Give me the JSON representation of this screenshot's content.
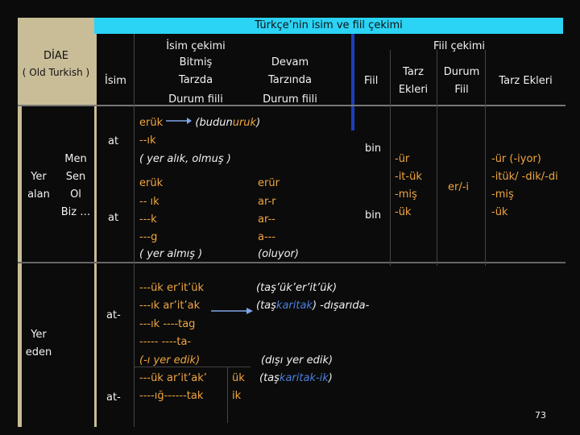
{
  "title": "Türkçe’nin isim ve fiil çekimi",
  "left_header": {
    "name": "DİAE",
    "subtitle": "( Old Turkish )"
  },
  "isim_col": "İsim",
  "isim_cekimi": {
    "title": "İsim çekimi",
    "bitmis": [
      "Bitmiş",
      "Tarzda"
    ],
    "devam": [
      "Devam",
      "Tarzında"
    ],
    "durum1": "Durum fiili",
    "durum2": "Durum fiili"
  },
  "fiil_cekimi": {
    "title": "Fiil çekimi",
    "fiil": "Fiil",
    "tarz_ekleri": [
      "Tarz",
      "Ekleri"
    ],
    "durum_fiil": [
      "Durum",
      "Fiil"
    ],
    "tarz_ekleri2": "Tarz Ekleri"
  },
  "yer_alan": [
    "Yer",
    "alan"
  ],
  "pronouns": [
    "Men",
    "Sen",
    "Ol",
    "Biz …"
  ],
  "yer_eden": [
    "Yer",
    "eden"
  ],
  "at1": "at",
  "at2": "at",
  "at3": "at-",
  "at4": "at-",
  "row1": {
    "l1a": "erük",
    "l1b": "(budun",
    "l1c": "uruk",
    "l1d": ")",
    "l2": "--ık",
    "l3": "( yer alık, olmuş )"
  },
  "bin1": "bin",
  "bin2": "bin",
  "row2": {
    "left": [
      "erük",
      "-- ık",
      "---k",
      "---g",
      "( yer almış )"
    ],
    "right": [
      "erür",
      "ar-r",
      "ar--",
      "a---",
      "(oluyor)"
    ]
  },
  "suffix_col1": [
    "-ür",
    "-it-ük",
    "-miş",
    "-ük"
  ],
  "er_i": "er/-i",
  "suffix_col2": [
    "-ür   (-iyor)",
    "-itük/ -dik/-di",
    "-miş",
    "-ük"
  ],
  "row3": {
    "l1": "---ük er’it’ük",
    "l2a": "---ık ",
    "l2b": "ar’it’ak",
    "l3": "---ık ----tag",
    "l4": "----- ----ta-",
    "l5": "(-ı yer edik)",
    "l6": "---ük ar’it’ak’",
    "l7": "----ığ------tak",
    "r1": "(taş’ük’er’it’ük)",
    "r2a": "(taş",
    "r2b": "karitak",
    "r2c": ") -dışarıda-",
    "r3": "(dışı yer edik)",
    "r4a": "(taş",
    "r4b": "karitak-ik",
    "r4c": ")",
    "ük": "ük",
    "ik": "ik"
  },
  "page_number": "73"
}
